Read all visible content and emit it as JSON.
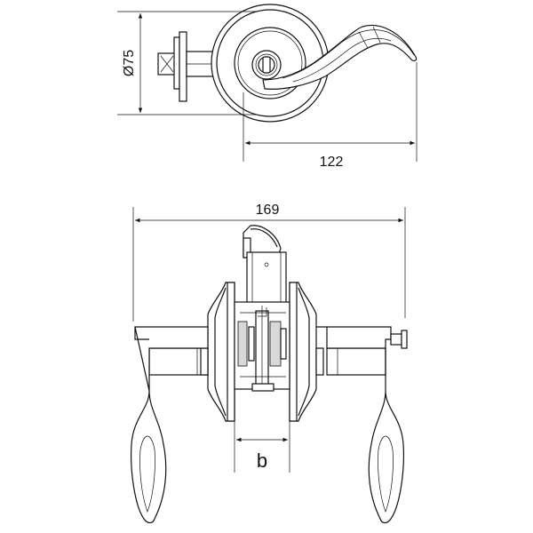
{
  "dimensions": {
    "diameter": "Ø75",
    "projection": "122",
    "overall_width": "169",
    "backset": "b"
  }
}
